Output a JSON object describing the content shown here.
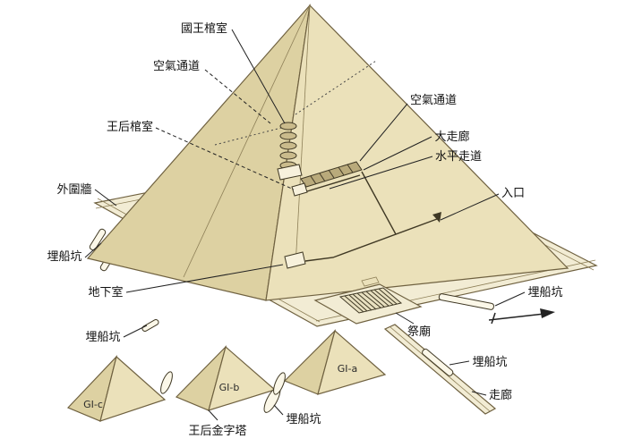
{
  "labels": {
    "king_chamber": "國王棺室",
    "air_passage_left": "空氣通道",
    "queen_chamber": "王后棺室",
    "outer_wall": "外圍牆",
    "boat_pit_left": "埋船坑",
    "underground_chamber": "地下室",
    "boat_pit_left_lower": "埋船坑",
    "air_passage_right": "空氣通道",
    "grand_gallery": "大走廊",
    "horizontal_passage": "水平走道",
    "entrance": "入口",
    "boat_pit_right_upper": "埋船坑",
    "mortuary_temple": "祭廟",
    "boat_pit_right_lower": "埋船坑",
    "corridor": "走廊",
    "queens_pyramids": "王后金字塔",
    "boat_pit_bottom": "埋船坑",
    "pyramid_gi_a": "GI-a",
    "pyramid_gi_b": "GI-b",
    "pyramid_gi_c": "GI-c"
  },
  "colors": {
    "background": "#ffffff",
    "pyramid_face_light": "#ebe1ba",
    "pyramid_face_dark": "#ddd1a2",
    "platform_fill": "#f2ecd4",
    "structure_fill": "#b9aa7b",
    "chamber_fill": "#f7f1dc",
    "outline": "#6f6140",
    "label_text": "#111111"
  }
}
